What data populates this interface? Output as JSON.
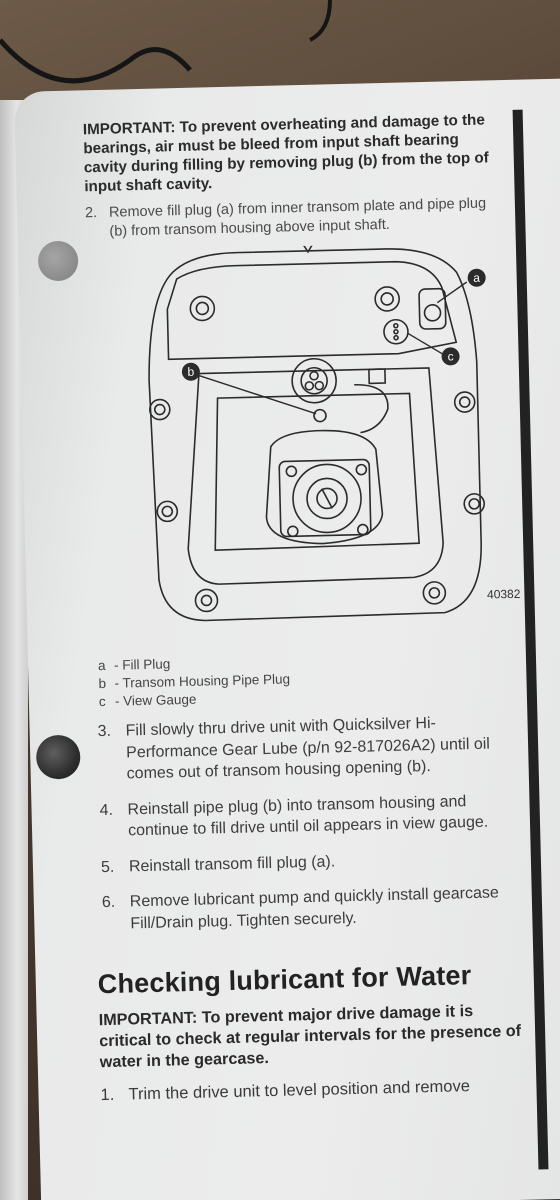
{
  "important_note": {
    "lead": "IMPORTANT:",
    "text": "To prevent overheating and damage to the bearings, air must be bleed from input shaft bearing cavity during filling by removing plug (b) from the top of input shaft cavity."
  },
  "step_2": {
    "num": "2.",
    "text": "Remove fill plug (a) from inner transom plate and pipe plug (b) from transom housing above input shaft."
  },
  "figure": {
    "number": "40382",
    "callouts": [
      "a",
      "b",
      "c"
    ]
  },
  "legend": [
    {
      "key": "a",
      "label": "- Fill Plug"
    },
    {
      "key": "b",
      "label": "- Transom Housing Pipe Plug"
    },
    {
      "key": "c",
      "label": "- View Gauge"
    }
  ],
  "steps": [
    {
      "num": "3.",
      "text": "Fill slowly thru drive unit with Quicksilver Hi-Performance Gear Lube (p/n 92-817026A2) until oil comes out of transom housing opening (b)."
    },
    {
      "num": "4.",
      "text": "Reinstall pipe plug (b) into transom housing and continue to fill drive until oil appears in view gauge."
    },
    {
      "num": "5.",
      "text": "Reinstall transom fill plug (a)."
    },
    {
      "num": "6.",
      "text": "Remove lubricant pump and quickly install gearcase Fill/Drain plug. Tighten securely."
    }
  ],
  "section": {
    "title": "Checking lubricant for Water",
    "important_lead": "IMPORTANT:",
    "important_text": "To prevent major drive damage it is critical to check at regular intervals for the presence of water in the gearcase.",
    "step_1": {
      "num": "1.",
      "text": "Trim the drive unit to level position and remove"
    }
  }
}
